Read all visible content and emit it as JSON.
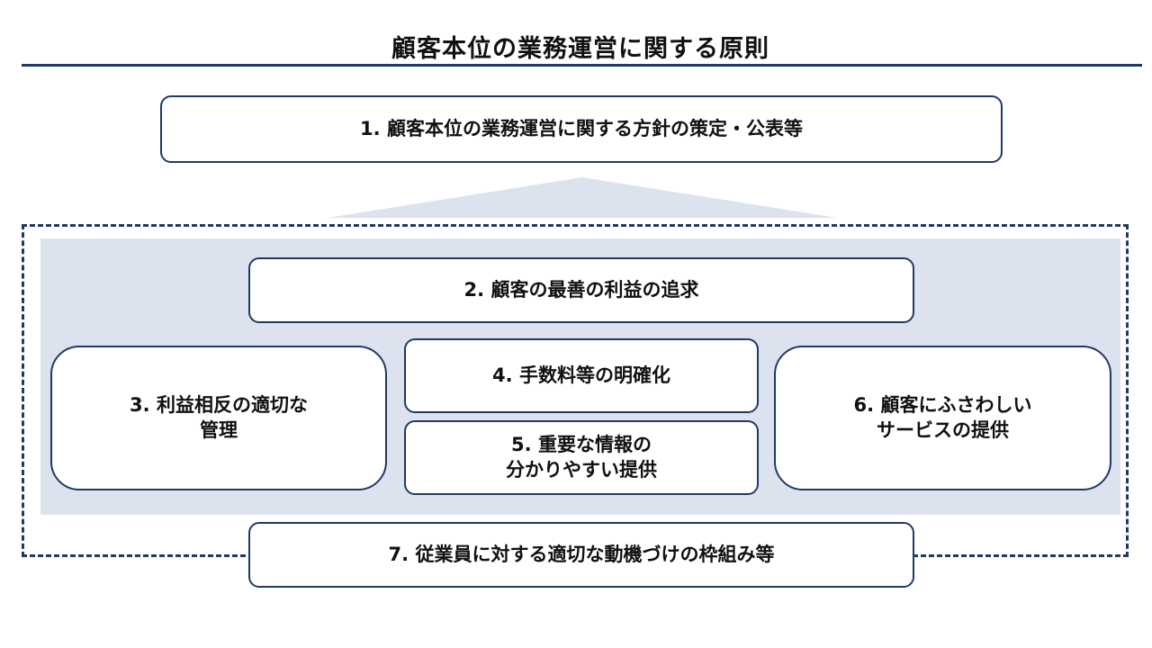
{
  "title": "顧客本位の業務運営に関する原則",
  "principles": {
    "p1": "1. 顧客本位の業務運営に関する方針の策定・公表等",
    "p2": "2. 顧客の最善の利益の追求",
    "p3": "3. 利益相反の適切な\n管理",
    "p4": "4. 手数料等の明確化",
    "p5": "5. 重要な情報の\n分かりやすい提供",
    "p6": "6. 顧客にふさわしい\nサービスの提供",
    "p7": "7. 従業員に対する適切な動機づけの枠組み等"
  },
  "colors": {
    "border": "#1f3a63",
    "panel": "#dce3ee"
  }
}
